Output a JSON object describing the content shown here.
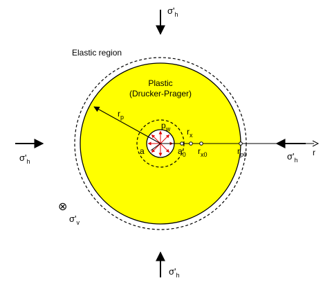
{
  "labels": {
    "elastic_region": "Elastic region",
    "plastic_line1": "Plastic",
    "plastic_line2": "(Drucker-Prager)",
    "r_p": "r",
    "r_p_sub": "p",
    "p_w": "p",
    "p_w_sub": "w",
    "r_x": "r",
    "r_x_sub": "x",
    "a": "a",
    "a0": "a",
    "a0_sub": "0",
    "r_x0": "r",
    "r_x0_sub": "x0",
    "r_p0": "r",
    "r_p0_sub": "p0",
    "r_axis": "r",
    "stress_h_top": "σ'",
    "stress_h_top_sub": "h",
    "stress_h_left": "σ'",
    "stress_h_left_sub": "h",
    "stress_h_right": "σ'",
    "stress_h_right_sub": "h",
    "stress_h_bottom": "σ'",
    "stress_h_bottom_sub": "h",
    "stress_v": "σ'",
    "stress_v_sub": "v",
    "out_of_plane_symbol": "⊗"
  },
  "colors": {
    "plastic_fill": "#ffff00",
    "pressure_arrows": "#e00000",
    "lines": "#000000"
  }
}
